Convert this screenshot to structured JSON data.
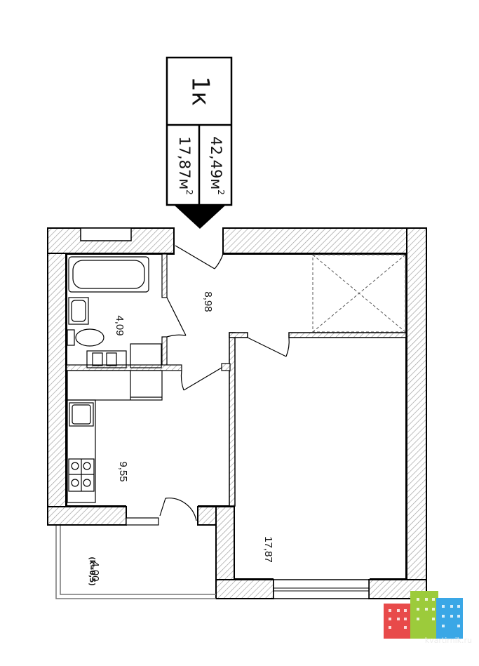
{
  "plan_label": {
    "rooms_code": "1к",
    "total_area": "42,49м",
    "living_area": "17,87м",
    "unit_sup": "2"
  },
  "rooms": {
    "hall": "8,98",
    "bathroom": "4,09",
    "kitchen": "9,55",
    "living": "17,87",
    "balcony": "4,00",
    "balcony_coef": "(k=0,5)"
  },
  "logo": {
    "colors": [
      "#e84a4a",
      "#9ccb3b",
      "#3aa7e6"
    ]
  },
  "watermark": "kvartirnik.ru"
}
